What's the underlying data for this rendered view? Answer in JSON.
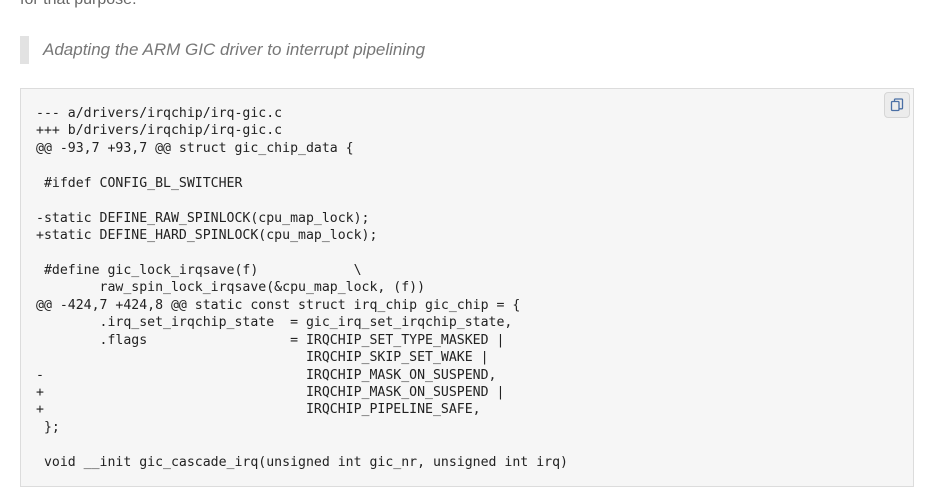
{
  "page": {
    "top_text": "for that purpose.",
    "blockquote": "Adapting the ARM GIC driver to interrupt pipelining"
  },
  "code_block": {
    "copy_icon": "copy-icon",
    "lines": [
      "--- a/drivers/irqchip/irq-gic.c",
      "+++ b/drivers/irqchip/irq-gic.c",
      "@@ -93,7 +93,7 @@ struct gic_chip_data {",
      "",
      " #ifdef CONFIG_BL_SWITCHER",
      "",
      "-static DEFINE_RAW_SPINLOCK(cpu_map_lock);",
      "+static DEFINE_HARD_SPINLOCK(cpu_map_lock);",
      "",
      " #define gic_lock_irqsave(f)            \\",
      "        raw_spin_lock_irqsave(&cpu_map_lock, (f))",
      "@@ -424,7 +424,8 @@ static const struct irq_chip gic_chip = {",
      "        .irq_set_irqchip_state  = gic_irq_set_irqchip_state,",
      "        .flags                  = IRQCHIP_SET_TYPE_MASKED |",
      "                                  IRQCHIP_SKIP_SET_WAKE |",
      "-                                 IRQCHIP_MASK_ON_SUSPEND,",
      "+                                 IRQCHIP_MASK_ON_SUSPEND |",
      "+                                 IRQCHIP_PIPELINE_SAFE,",
      " };",
      "",
      " void __init gic_cascade_irq(unsigned int gic_nr, unsigned int irq)"
    ]
  }
}
